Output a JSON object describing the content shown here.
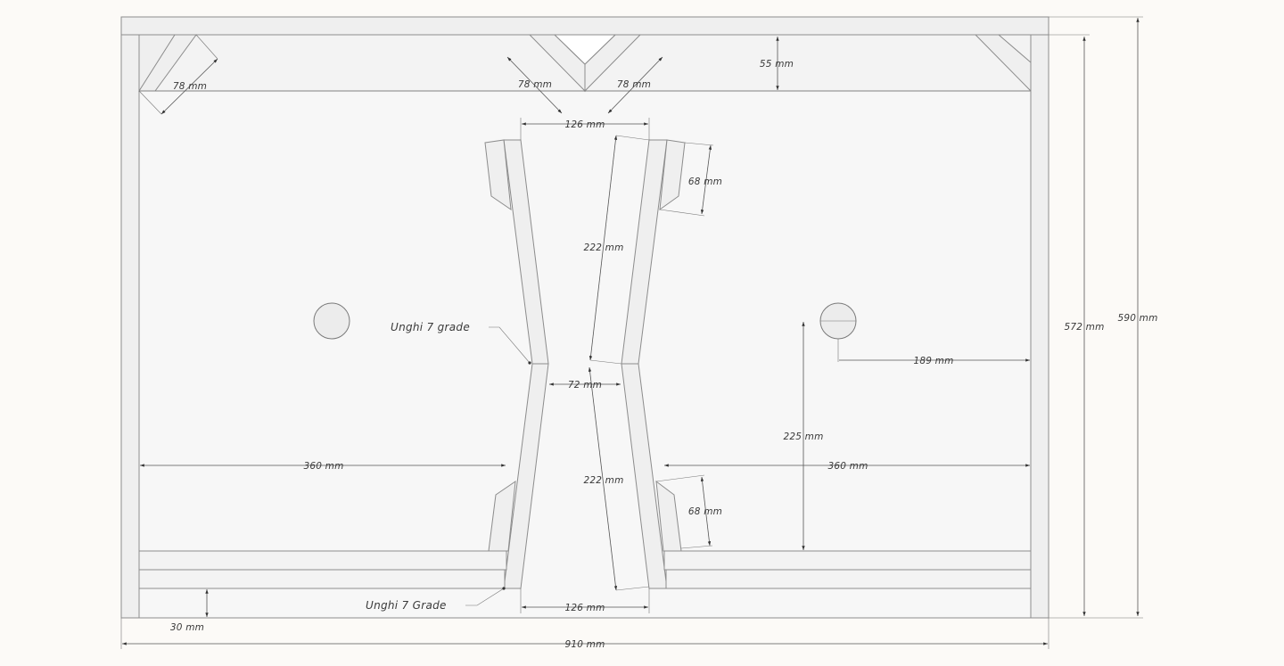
{
  "dimensions": {
    "top_brace_left": "78 mm",
    "top_brace_center_left": "78 mm",
    "top_brace_center_right": "78 mm",
    "top_rail_height": "55 mm",
    "throat_top_width": "126 mm",
    "flare_top_depth": "68 mm",
    "horn_upper_length": "222 mm",
    "throat_min_width": "72 mm",
    "horn_lower_length": "222 mm",
    "flare_bottom_depth": "68 mm",
    "hole_right_offset": "189 mm",
    "hole_height": "225 mm",
    "chamber_left_width": "360 mm",
    "chamber_right_width": "360 mm",
    "throat_bottom_width": "126 mm",
    "bottom_rail_height": "30 mm",
    "total_width": "910 mm",
    "inner_height": "572 mm",
    "total_height": "590 mm"
  },
  "notes": {
    "angle_upper": "Unghi 7 grade",
    "angle_lower": "Unghi 7 Grade"
  }
}
